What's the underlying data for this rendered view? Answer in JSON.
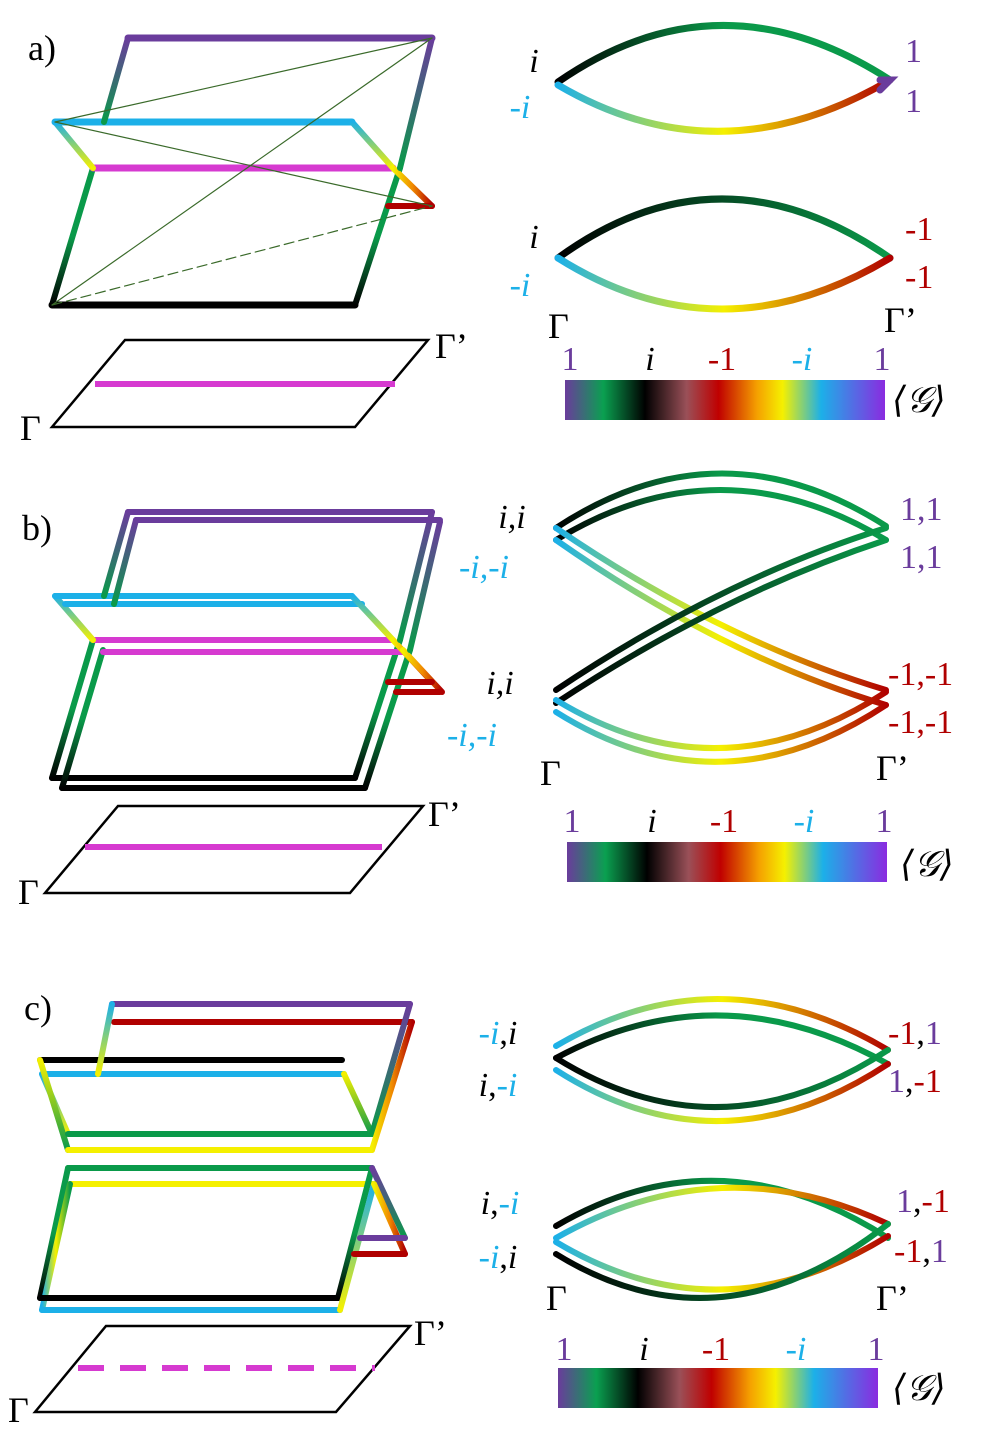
{
  "panels": [
    {
      "id": "a",
      "label": "a)",
      "gamma": "Γ",
      "gamma_prime": "Γ’",
      "left_values": [
        {
          "parts": [
            {
              "t": "i",
              "c": "black",
              "i": true
            }
          ]
        },
        {
          "parts": [
            {
              "t": "-i",
              "c": "cyan",
              "i": true
            }
          ]
        },
        {
          "parts": [
            {
              "t": "i",
              "c": "black",
              "i": true
            }
          ]
        },
        {
          "parts": [
            {
              "t": "-i",
              "c": "cyan",
              "i": true
            }
          ]
        }
      ],
      "right_values": [
        {
          "parts": [
            {
              "t": "1",
              "c": "purple",
              "i": false
            }
          ]
        },
        {
          "parts": [
            {
              "t": "1",
              "c": "purple",
              "i": false
            }
          ]
        },
        {
          "parts": [
            {
              "t": "-1",
              "c": "red",
              "i": false
            }
          ]
        },
        {
          "parts": [
            {
              "t": "-1",
              "c": "red",
              "i": false
            }
          ]
        }
      ],
      "colorbar": {
        "ticks": [
          "1",
          "i",
          "-1",
          "-i",
          "1"
        ],
        "label": "⟨𝒢⟩"
      }
    },
    {
      "id": "b",
      "label": "b)",
      "gamma": "Γ",
      "gamma_prime": "Γ’",
      "left_values": [
        {
          "parts": [
            {
              "t": "i,i",
              "c": "black",
              "i": true
            }
          ]
        },
        {
          "parts": [
            {
              "t": "-i,-i",
              "c": "cyan",
              "i": true
            }
          ]
        },
        {
          "parts": [
            {
              "t": "i,i",
              "c": "black",
              "i": true
            }
          ]
        },
        {
          "parts": [
            {
              "t": "-i,-i",
              "c": "cyan",
              "i": true
            }
          ]
        }
      ],
      "right_values": [
        {
          "parts": [
            {
              "t": "1,1",
              "c": "purple",
              "i": false
            }
          ]
        },
        {
          "parts": [
            {
              "t": "1,1",
              "c": "purple",
              "i": false
            }
          ]
        },
        {
          "parts": [
            {
              "t": "-1,-1",
              "c": "red",
              "i": false
            }
          ]
        },
        {
          "parts": [
            {
              "t": "-1,-1",
              "c": "red",
              "i": false
            }
          ]
        }
      ],
      "colorbar": {
        "ticks": [
          "1",
          "i",
          "-1",
          "-i",
          "1"
        ],
        "label": "⟨𝒢⟩"
      }
    },
    {
      "id": "c",
      "label": "c)",
      "gamma": "Γ",
      "gamma_prime": "Γ’",
      "left_values": [
        {
          "parts": [
            {
              "t": "-i",
              "c": "cyan",
              "i": true
            },
            {
              "t": ",",
              "c": "black",
              "i": false
            },
            {
              "t": "i",
              "c": "black",
              "i": true
            }
          ]
        },
        {
          "parts": [
            {
              "t": "i",
              "c": "black",
              "i": true
            },
            {
              "t": ",",
              "c": "black",
              "i": false
            },
            {
              "t": "-i",
              "c": "cyan",
              "i": true
            }
          ]
        },
        {
          "parts": [
            {
              "t": "i",
              "c": "black",
              "i": true
            },
            {
              "t": ",",
              "c": "black",
              "i": false
            },
            {
              "t": "-i",
              "c": "cyan",
              "i": true
            }
          ]
        },
        {
          "parts": [
            {
              "t": "-i",
              "c": "cyan",
              "i": true
            },
            {
              "t": ",",
              "c": "black",
              "i": false
            },
            {
              "t": "i",
              "c": "black",
              "i": true
            }
          ]
        }
      ],
      "right_values": [
        {
          "parts": [
            {
              "t": "-1",
              "c": "red",
              "i": false
            },
            {
              "t": ",",
              "c": "black",
              "i": false
            },
            {
              "t": "1",
              "c": "purple",
              "i": false
            }
          ]
        },
        {
          "parts": [
            {
              "t": "1",
              "c": "purple",
              "i": false
            },
            {
              "t": ",",
              "c": "black",
              "i": false
            },
            {
              "t": "-1",
              "c": "red",
              "i": false
            }
          ]
        },
        {
          "parts": [
            {
              "t": "1",
              "c": "purple",
              "i": false
            },
            {
              "t": ",",
              "c": "black",
              "i": false
            },
            {
              "t": "-1",
              "c": "red",
              "i": false
            }
          ]
        },
        {
          "parts": [
            {
              "t": "-1",
              "c": "red",
              "i": false
            },
            {
              "t": ",",
              "c": "black",
              "i": false
            },
            {
              "t": "1",
              "c": "purple",
              "i": false
            }
          ]
        }
      ],
      "colorbar": {
        "ticks": [
          "1",
          "i",
          "-1",
          "-i",
          "1"
        ],
        "label": "⟨𝒢⟩"
      }
    }
  ],
  "colors": {
    "black": "#000000",
    "cyan": "#1cb0e8",
    "purple": "#6a3c9c",
    "red": "#b00000",
    "green": "#0a9a4a",
    "yellow": "#f5f000",
    "magenta": "#d63ad0",
    "orange": "#f08a00"
  },
  "tick_colors": [
    "purple",
    "black",
    "red",
    "cyan",
    "purple"
  ],
  "tick_italic": [
    false,
    true,
    false,
    true,
    false
  ]
}
